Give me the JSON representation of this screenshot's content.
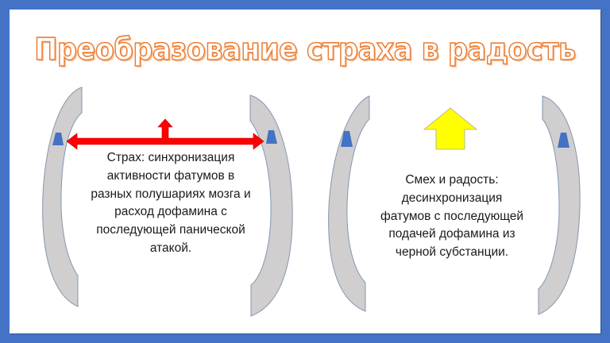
{
  "slide": {
    "title": "Преобразование страха в радость",
    "colors": {
      "frame": "#4472C4",
      "background": "#FFFFFF",
      "title_outline": "#ED7D31",
      "arc_fill": "#D0CECE",
      "arc_stroke": "#8497B0",
      "marker_fill": "#4472C4",
      "fear_arrow": "#FF0000",
      "joy_arrow": "#FFFF00"
    }
  },
  "panels": [
    {
      "id": "fear",
      "arrow": "red-double-headed-arrow-with-up-arrow",
      "lines": [
        "Страх: синхронизация",
        "активности фатумов в",
        "разных полушариях мозга и",
        "расход дофамина с",
        "последующей панической",
        "атакой."
      ]
    },
    {
      "id": "joy",
      "arrow": "yellow-up-arrow",
      "lines": [
        "Смех и радость:",
        "десинхронизация",
        "фатумов с последующей",
        "подачей дофамина из",
        "черной субстанции."
      ]
    }
  ]
}
